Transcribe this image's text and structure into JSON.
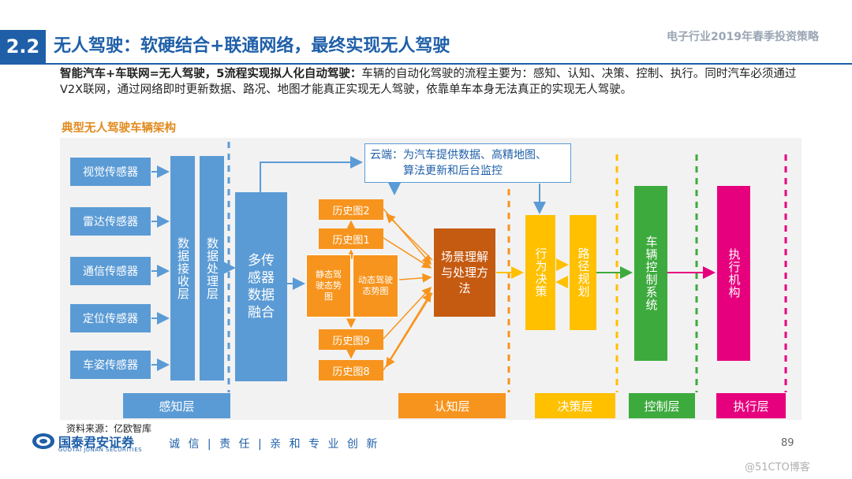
{
  "header": {
    "section_number": "2.2",
    "title": "无人驾驶：软硬结合+联通网络，最终实现无人驾驶",
    "report_name": "电子行业2019年春季投资策略"
  },
  "description": {
    "bold_lead": "智能汽车+车联网=无人驾驶，5流程实现拟人化自动驾驶：",
    "text": "车辆的自动化驾驶的流程主要为：感知、认知、决策、控制、执行。同时汽车必须通过V2X联网，通过网络即时更新数据、路况、地图才能真正实现无人驾驶，依靠单车本身无法真正的实现无人驾驶。"
  },
  "diagram": {
    "subtitle": "典型无人驾驶车辆架构",
    "sensors": [
      "视觉传感器",
      "雷达传感器",
      "通信传感器",
      "定位传感器",
      "车姿传感器"
    ],
    "data_receive_layer": "数据接收层",
    "data_process_layer": "数据处理层",
    "fusion": "多传感器数据融合",
    "cloud": {
      "line1": "云端：为汽车提供数据、高精地图、",
      "line2": "算法更新和后台监控"
    },
    "history_maps": [
      "历史图2",
      "历史图1",
      "历史图9",
      "历史图8"
    ],
    "static_map": "静态驾驶态势图",
    "dynamic_map": "动态驾驶态势图",
    "scene": "场景理解与处理方法",
    "behavior_decision": "行为决策",
    "path_planning": "路径规划",
    "vehicle_control": "车辆控制系统",
    "actuator": "执行机构",
    "layers": [
      "感知层",
      "认知层",
      "决策层",
      "控制层",
      "执行层"
    ],
    "colors": {
      "perception": "#5b9bd5",
      "cognition": "#f7941d",
      "scene": "#c55a11",
      "decision": "#ffc000",
      "control": "#3daa3d",
      "execution": "#e6007e"
    }
  },
  "footer": {
    "source": "资料来源：亿欧智库",
    "company": "国泰君安证券",
    "company_en": "GUOTAI JUNAN SECURITIES",
    "slogan": "诚 信 | 责 任 | 亲 和   专 业   创 新",
    "page": "89",
    "watermark": "@51CTO博客"
  }
}
